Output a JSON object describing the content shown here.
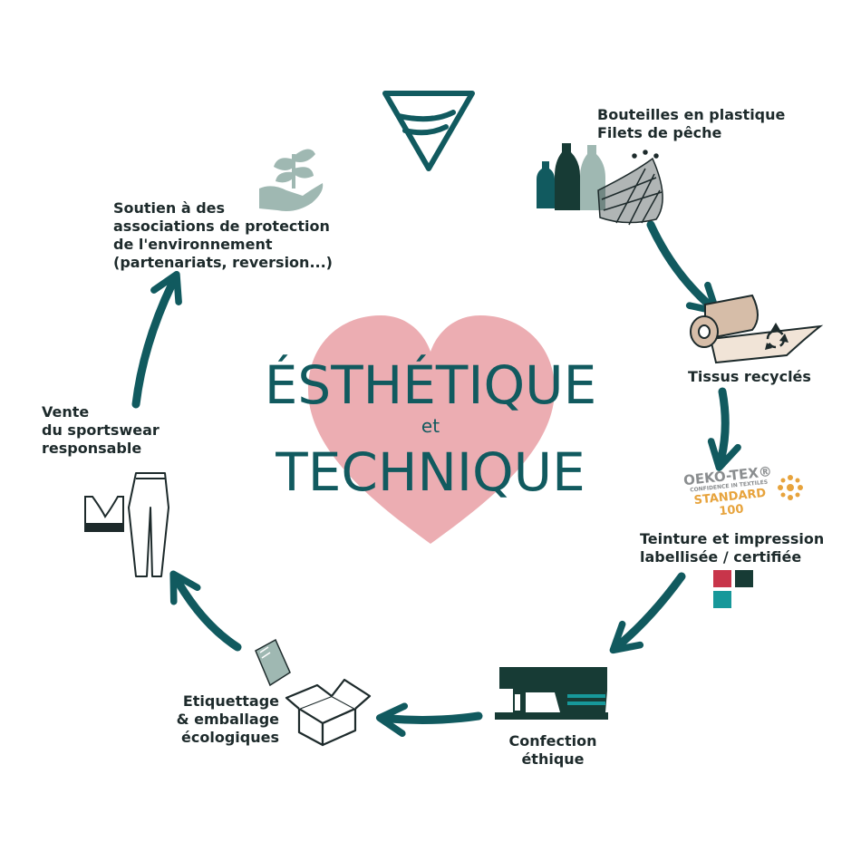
{
  "center": {
    "line1": "ÉSTHÉTIQUE",
    "connector": "et",
    "line2": "TECHNIQUE"
  },
  "steps": {
    "raw_materials": {
      "line1": "Bouteilles en plastique",
      "line2": "Filets de pêche"
    },
    "fabric": {
      "label": "Tissus recyclés"
    },
    "dyeing": {
      "line1": "Teinture et impression",
      "line2": "labellisée / certifiée"
    },
    "certification_logo": {
      "line1": "OEKO-TEX®",
      "line2": "CONFIDENCE IN TEXTILES",
      "line3": "STANDARD 100"
    },
    "manufacturing": {
      "line1": "Confection",
      "line2": "éthique"
    },
    "packaging": {
      "line1": "Etiquettage",
      "line2": "& emballage",
      "line3": "écologiques"
    },
    "sale": {
      "line1": "Vente",
      "line2": "du sportswear",
      "line3": "responsable"
    },
    "support": {
      "line1": "Soutien à des",
      "line2": "associations de protection",
      "line3": "de l'environnement",
      "line4": "(partenariats, reversion...)"
    }
  },
  "colors": {
    "teal_dark": "#115a5f",
    "teal_light": "#17989a",
    "heart": "#ecadb2",
    "sage": "#9fb8b2",
    "dark_green": "#173b35",
    "red": "#c8354a",
    "beige": "#d6bda8",
    "text": "#1d2a2b",
    "oeko_gray": "#8a8d8f",
    "oeko_orange": "#e7a33c"
  },
  "icons": [
    "brand-logo-icon",
    "plant-hand-icon",
    "bottles-icon",
    "fishing-net-icon",
    "fabric-roll-icon",
    "recycle-icon",
    "sewing-machine-icon",
    "box-icon",
    "tag-icon",
    "sports-bra-icon",
    "leggings-icon",
    "arrow-icon"
  ]
}
